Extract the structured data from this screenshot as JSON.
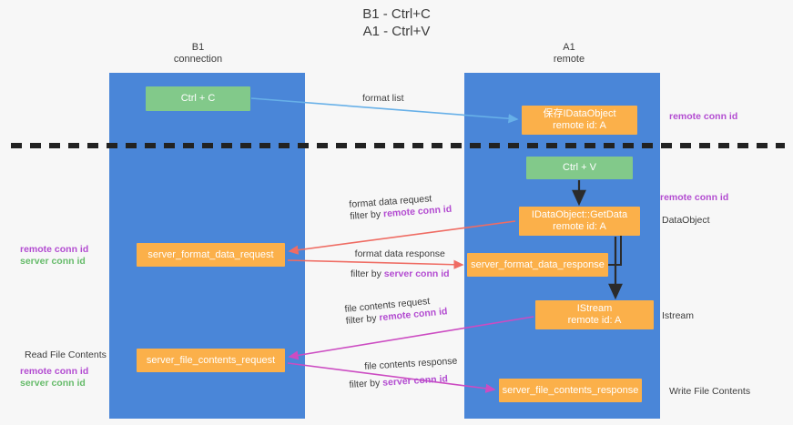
{
  "diagram": {
    "title_line1": "B1 - Ctrl+C",
    "title_line2": "A1 - Ctrl+V",
    "columns": [
      {
        "name": "B1",
        "sub": "connection"
      },
      {
        "name": "A1",
        "sub": "remote"
      }
    ],
    "nodes": [
      {
        "id": "ctrl-c",
        "label": "Ctrl + C",
        "sub": "",
        "color": "#82c98a"
      },
      {
        "id": "idataobject",
        "label": "保存IDataObject",
        "sub": "remote id: A",
        "color": "#fbb04a"
      },
      {
        "id": "ctrl-v",
        "label": "Ctrl + V",
        "sub": "",
        "color": "#82c98a"
      },
      {
        "id": "idataobject-getdata",
        "label": "IDataObject::GetData",
        "sub": "remote id: A",
        "color": "#fbb04a"
      },
      {
        "id": "server-format-data-request",
        "label": "server_format_data_request",
        "sub": "",
        "color": "#fbb04a"
      },
      {
        "id": "server-format-data-response",
        "label": "server_format_data_response",
        "sub": "",
        "color": "#fbb04a"
      },
      {
        "id": "istream",
        "label": "IStream",
        "sub": "remote id: A",
        "color": "#fbb04a"
      },
      {
        "id": "server-file-contents-request",
        "label": "server_file_contents_request",
        "sub": "",
        "color": "#fbb04a"
      },
      {
        "id": "server-file-contents-response",
        "label": "server_file_contents_response",
        "sub": "",
        "color": "#fbb04a"
      }
    ],
    "edge_labels": {
      "format_list": "format list",
      "format_data_request": "format data request",
      "format_data_request_filter_prefix": "filter by ",
      "format_data_request_filter_key": "remote conn id",
      "format_data_response": "format data response",
      "format_data_response_filter_prefix": "filter by ",
      "format_data_response_filter_key": "server conn id",
      "file_contents_request": "file contents request",
      "file_contents_request_filter_prefix": "filter by ",
      "file_contents_request_filter_key": "remote conn id",
      "file_contents_response": "file contents response",
      "file_contents_response_filter_prefix": "filter by ",
      "file_contents_response_filter_key": "server conn id"
    },
    "annotations": {
      "right_remote_conn_id_top": "remote conn id",
      "right_remote_conn_id_mid": "remote conn id",
      "right_dataobject": "DataObject",
      "right_istream": "Istream",
      "right_write_file_contents": "Write File Contents",
      "left_read_file_contents": "Read File Contents",
      "left_remote_conn_id": "remote conn id",
      "left_server_conn_id": "server conn id",
      "left_remote_conn_id_2": "remote conn id",
      "left_server_conn_id_2": "server conn id"
    },
    "colors": {
      "lane": "#4a86d8",
      "green_box": "#82c98a",
      "orange_box": "#fbb04a",
      "purple_text": "#b34cd1",
      "green_text": "#66bb6a",
      "red_arrow": "#ef6c63",
      "blue_arrow": "#67b0e8",
      "magenta_arrow": "#cc4cc2",
      "black_arrow": "#2b2b2b",
      "divider": "#222222",
      "background": "#f7f7f7"
    }
  }
}
